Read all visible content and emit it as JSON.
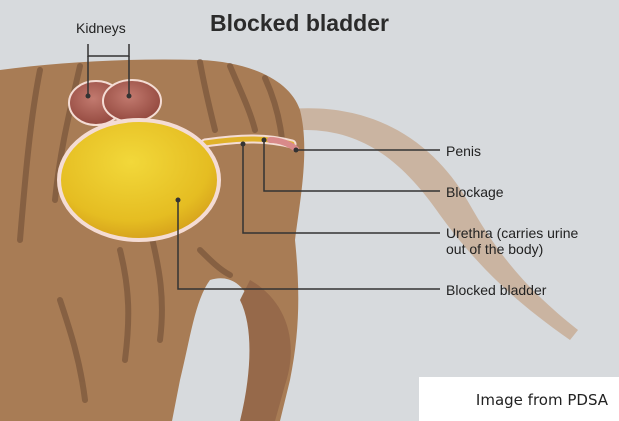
{
  "title": "Blocked bladder",
  "labels": {
    "kidneys": "Kidneys",
    "penis": "Penis",
    "blockage": "Blockage",
    "urethra_line1": "Urethra (carries urine",
    "urethra_line2": "out of the body)",
    "blocked_bladder": "Blocked bladder"
  },
  "credit": "Image from PDSA",
  "colors": {
    "background": "#d7dadd",
    "cat_fur": "#a87c55",
    "bladder": "#e8c52a",
    "kidney": "#a8574e",
    "leader_line": "#333333"
  }
}
